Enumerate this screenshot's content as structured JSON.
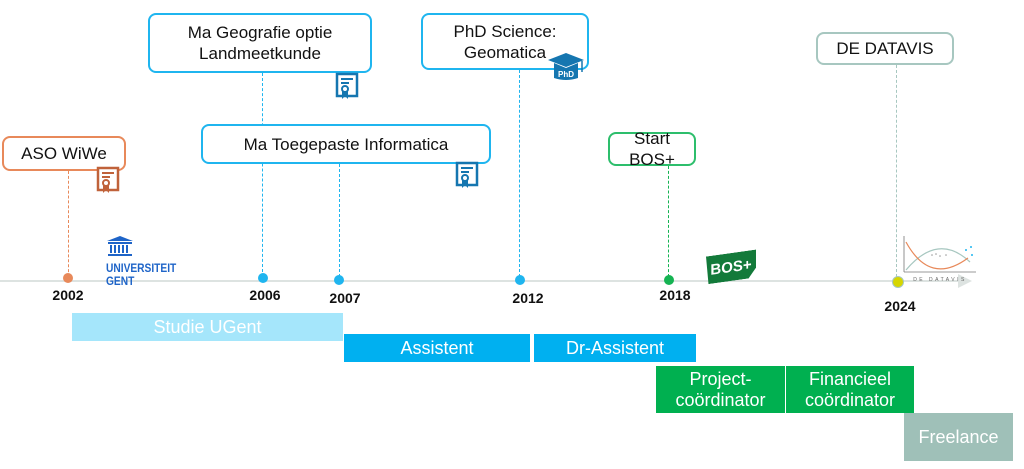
{
  "colors": {
    "orange": "#E8895A",
    "blue": "#1FB5EF",
    "green": "#15B352",
    "teal": "#A7C7C0",
    "yellow": "#D6D600",
    "light_blue": "#A5E6FB",
    "bar_blue": "#00B0F0",
    "bar_green": "#00B050",
    "bar_teal": "#9FC0B8"
  },
  "events": [
    {
      "label": "ASO WiWe",
      "year": "2002",
      "icon": "certificate-icon"
    },
    {
      "label": "Ma Geografie optie\nLandmeetkunde",
      "year": "2006",
      "icon": "certificate-icon"
    },
    {
      "label": "Ma Toegepaste Informatica",
      "year": "2007",
      "icon": "certificate-icon"
    },
    {
      "label": "PhD Science:\nGeomatica",
      "year": "2012",
      "icon": "graduation-cap-icon"
    },
    {
      "label": "Start BOS+",
      "year": "2018"
    },
    {
      "label": "DE DATAVIS",
      "year": "2024"
    }
  ],
  "logos": {
    "ugent_line1": "UNIVERSITEIT",
    "ugent_line2": "GENT",
    "bos": "BOS+",
    "datavis": "DE DATAVIS",
    "phd_badge": "PhD"
  },
  "periods": [
    {
      "label": "Studie UGent"
    },
    {
      "label": "Assistent"
    },
    {
      "label": "Dr-Assistent"
    },
    {
      "label": "Project-\ncoördinator"
    },
    {
      "label": "Financieel\ncoördinator"
    },
    {
      "label": "Freelance"
    }
  ]
}
